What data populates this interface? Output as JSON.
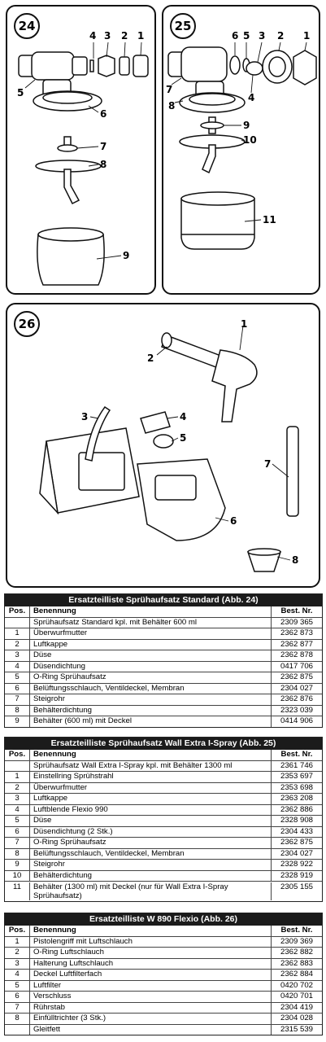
{
  "figures": {
    "fig24": {
      "badge": "24",
      "labels": [
        "4",
        "3",
        "2",
        "1",
        "5",
        "6",
        "7",
        "8",
        "9"
      ]
    },
    "fig25": {
      "badge": "25",
      "labels": [
        "6",
        "5",
        "3",
        "2",
        "1",
        "7",
        "8",
        "4",
        "9",
        "10",
        "11"
      ]
    },
    "fig26": {
      "badge": "26",
      "labels": [
        "1",
        "2",
        "3",
        "4",
        "5",
        "6",
        "7",
        "8"
      ]
    }
  },
  "tables": [
    {
      "title": "Ersatzteilliste Sprühaufsatz Standard (Abb. 24)",
      "headers": [
        "Pos.",
        "Benennung",
        "Best. Nr."
      ],
      "rows": [
        [
          "",
          "Sprühaufsatz Standard kpl. mit Behälter 600 ml",
          "2309 365"
        ],
        [
          "1",
          "Überwurfmutter",
          "2362 873"
        ],
        [
          "2",
          "Luftkappe",
          "2362 877"
        ],
        [
          "3",
          "Düse",
          "2362 878"
        ],
        [
          "4",
          "Düsendichtung",
          "0417 706"
        ],
        [
          "5",
          "O-Ring Sprühaufsatz",
          "2362 875"
        ],
        [
          "6",
          "Belüftungsschlauch, Ventildeckel, Membran",
          "2304 027"
        ],
        [
          "7",
          "Steigrohr",
          "2362 876"
        ],
        [
          "8",
          "Behälterdichtung",
          "2323 039"
        ],
        [
          "9",
          "Behälter (600 ml) mit Deckel",
          "0414 906"
        ]
      ]
    },
    {
      "title": "Ersatzteilliste Sprühaufsatz Wall Extra I-Spray (Abb. 25)",
      "headers": [
        "Pos.",
        "Benennung",
        "Best. Nr."
      ],
      "rows": [
        [
          "",
          "Sprühaufsatz Wall Extra I-Spray kpl. mit Behälter 1300 ml",
          "2361 746"
        ],
        [
          "1",
          "Einstellring Sprühstrahl",
          "2353 697"
        ],
        [
          "2",
          "Überwurfmutter",
          "2353 698"
        ],
        [
          "3",
          "Luftkappe",
          "2363 208"
        ],
        [
          "4",
          "Luftblende Flexio 990",
          "2362 886"
        ],
        [
          "5",
          "Düse",
          "2328 908"
        ],
        [
          "6",
          "Düsendichtung (2 Stk.)",
          "2304 433"
        ],
        [
          "7",
          "O-Ring Sprühaufsatz",
          "2362 875"
        ],
        [
          "8",
          "Belüftungsschlauch, Ventildeckel, Membran",
          "2304 027"
        ],
        [
          "9",
          "Steigrohr",
          "2328 922"
        ],
        [
          "10",
          "Behälterdichtung",
          "2328 919"
        ],
        [
          "11",
          "Behälter (1300 ml) mit Deckel (nur für Wall Extra I-Spray Sprühaufsatz)",
          "2305 155"
        ]
      ]
    },
    {
      "title": "Ersatzteilliste W 890 Flexio (Abb. 26)",
      "headers": [
        "Pos.",
        "Benennung",
        "Best. Nr."
      ],
      "rows": [
        [
          "1",
          "Pistolengriff mit Luftschlauch",
          "2309 369"
        ],
        [
          "2",
          "O-Ring Luftschlauch",
          "2362 882"
        ],
        [
          "3",
          "Halterung Luftschlauch",
          "2362 883"
        ],
        [
          "4",
          "Deckel Luftfilterfach",
          "2362 884"
        ],
        [
          "5",
          "Luftfilter",
          "0420 702"
        ],
        [
          "6",
          "Verschluss",
          "0420 701"
        ],
        [
          "7",
          "Rührstab",
          "2304 419"
        ],
        [
          "8",
          "Einfülltrichter (3 Stk.)",
          "2304 028"
        ],
        [
          "",
          "Gleitfett",
          "2315 539"
        ]
      ]
    }
  ]
}
